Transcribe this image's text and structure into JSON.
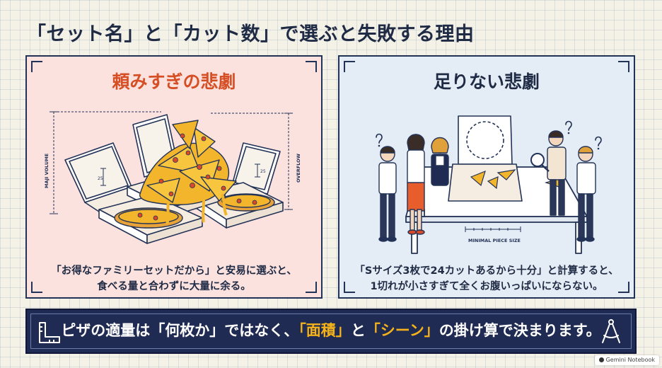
{
  "title": "「セット名」と「カット数」で選ぶと失敗する理由",
  "left_panel": {
    "heading": "頼みすぎの悲劇",
    "labels": {
      "volume": "MAJI VOLUME",
      "overflow": "OVERFLOW",
      "dim_left": "25",
      "dim_right": "25"
    },
    "caption_line1": "「お得なファミリーセットだから」と安易に選ぶと、",
    "caption_line2": "食べる量と合わずに大量に余る。"
  },
  "right_panel": {
    "heading": "足りない悲劇",
    "labels": {
      "piece_size": "MINIMAL PIECE SIZE"
    },
    "caption_line1": "「Sサイズ3枚で24カットあるから十分」と計算すると、",
    "caption_line2": "1切れが小さすぎて全くお腹いっぱいにならない。"
  },
  "banner": {
    "part1": "ピザの適量は「何枚か」ではなく、",
    "highlight1": "「面積」",
    "part2": "と",
    "highlight2": "「シーン」",
    "part3": "の掛け算で決まります。"
  },
  "watermark": {
    "label": "Gemini Notebook"
  },
  "colors": {
    "navy": "#1f2b52",
    "accent_orange": "#d64f24",
    "highlight_yellow": "#f5b21a",
    "left_bg": "#fbe2df",
    "right_bg": "#e4ecf5",
    "cheese": "#f3b52b"
  },
  "icons": [
    "ruler-icon",
    "compass-icon",
    "notebook-icon"
  ]
}
